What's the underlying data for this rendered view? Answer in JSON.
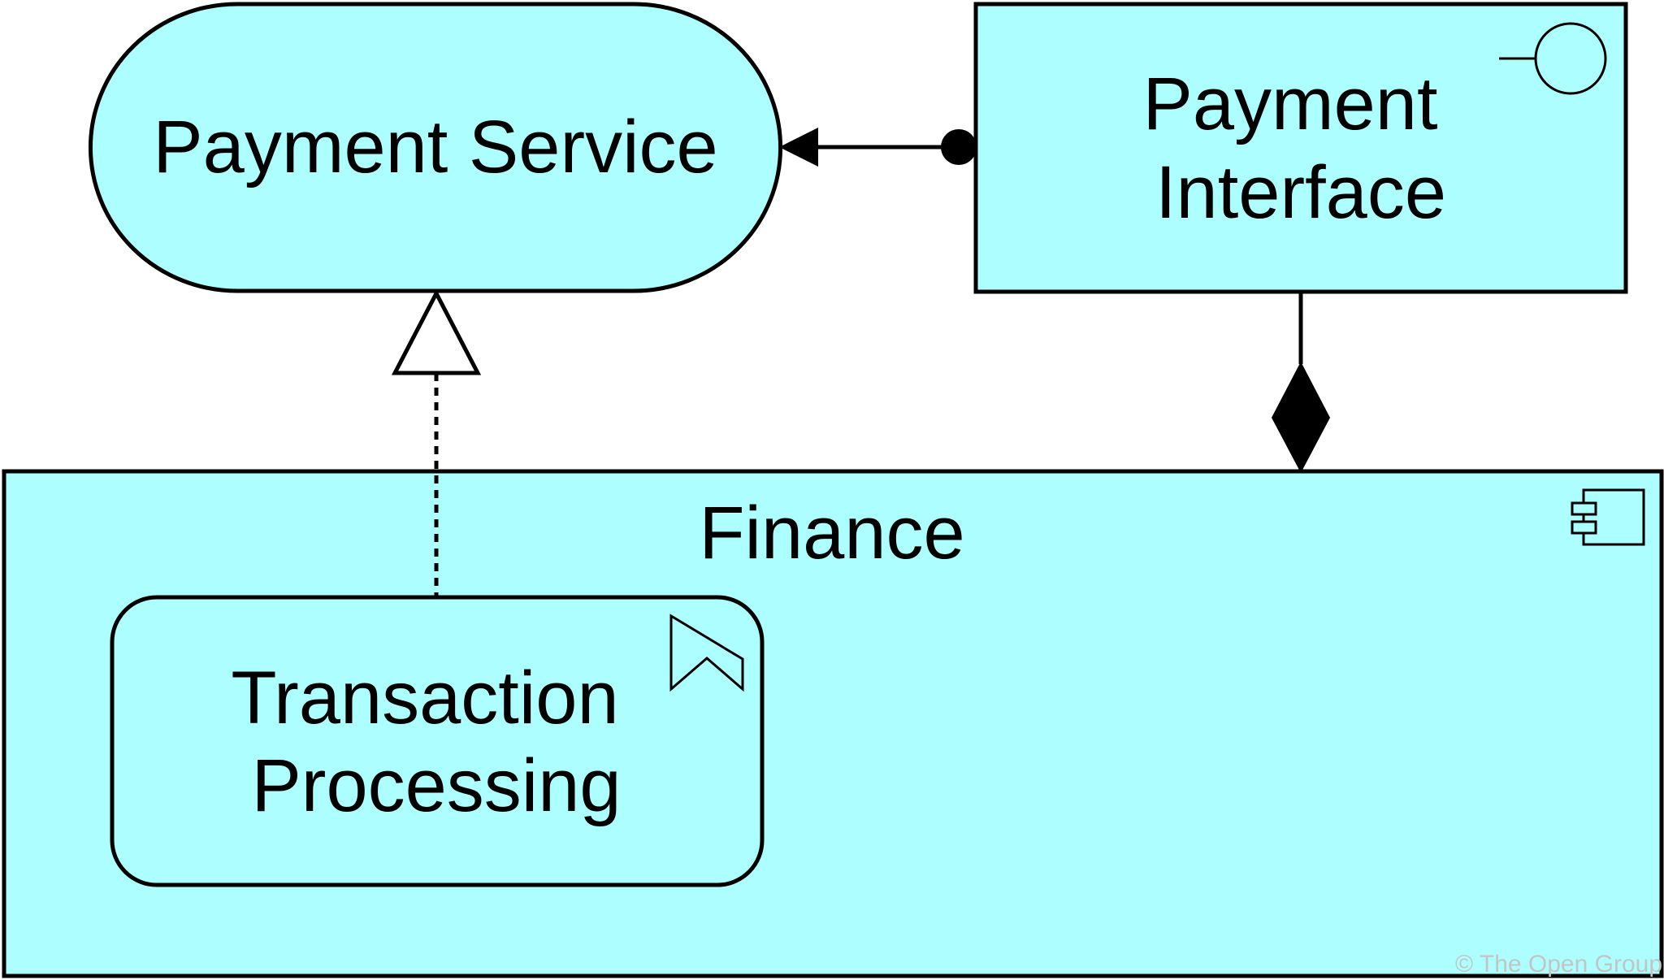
{
  "colors": {
    "element_fill": "#adffff",
    "stroke": "#000000",
    "background": "#ffffff",
    "copyright": "#c4c4c4"
  },
  "elements": {
    "payment_service": {
      "label": "Payment Service",
      "icon": "application-service-shape"
    },
    "payment_interface": {
      "label_line1": "Payment",
      "label_line2": "Interface",
      "icon": "interface-icon"
    },
    "finance": {
      "label": "Finance",
      "icon": "component-icon"
    },
    "transaction_processing": {
      "label_line1": "Transaction",
      "label_line2": "Processing",
      "icon": "function-icon"
    }
  },
  "relationships": [
    {
      "type": "assignment",
      "from": "Payment Interface",
      "to": "Payment Service"
    },
    {
      "type": "realization",
      "from": "Transaction Processing",
      "to": "Payment Service"
    },
    {
      "type": "composition",
      "from": "Finance",
      "to": "Payment Interface"
    }
  ],
  "copyright": "© The Open Group"
}
